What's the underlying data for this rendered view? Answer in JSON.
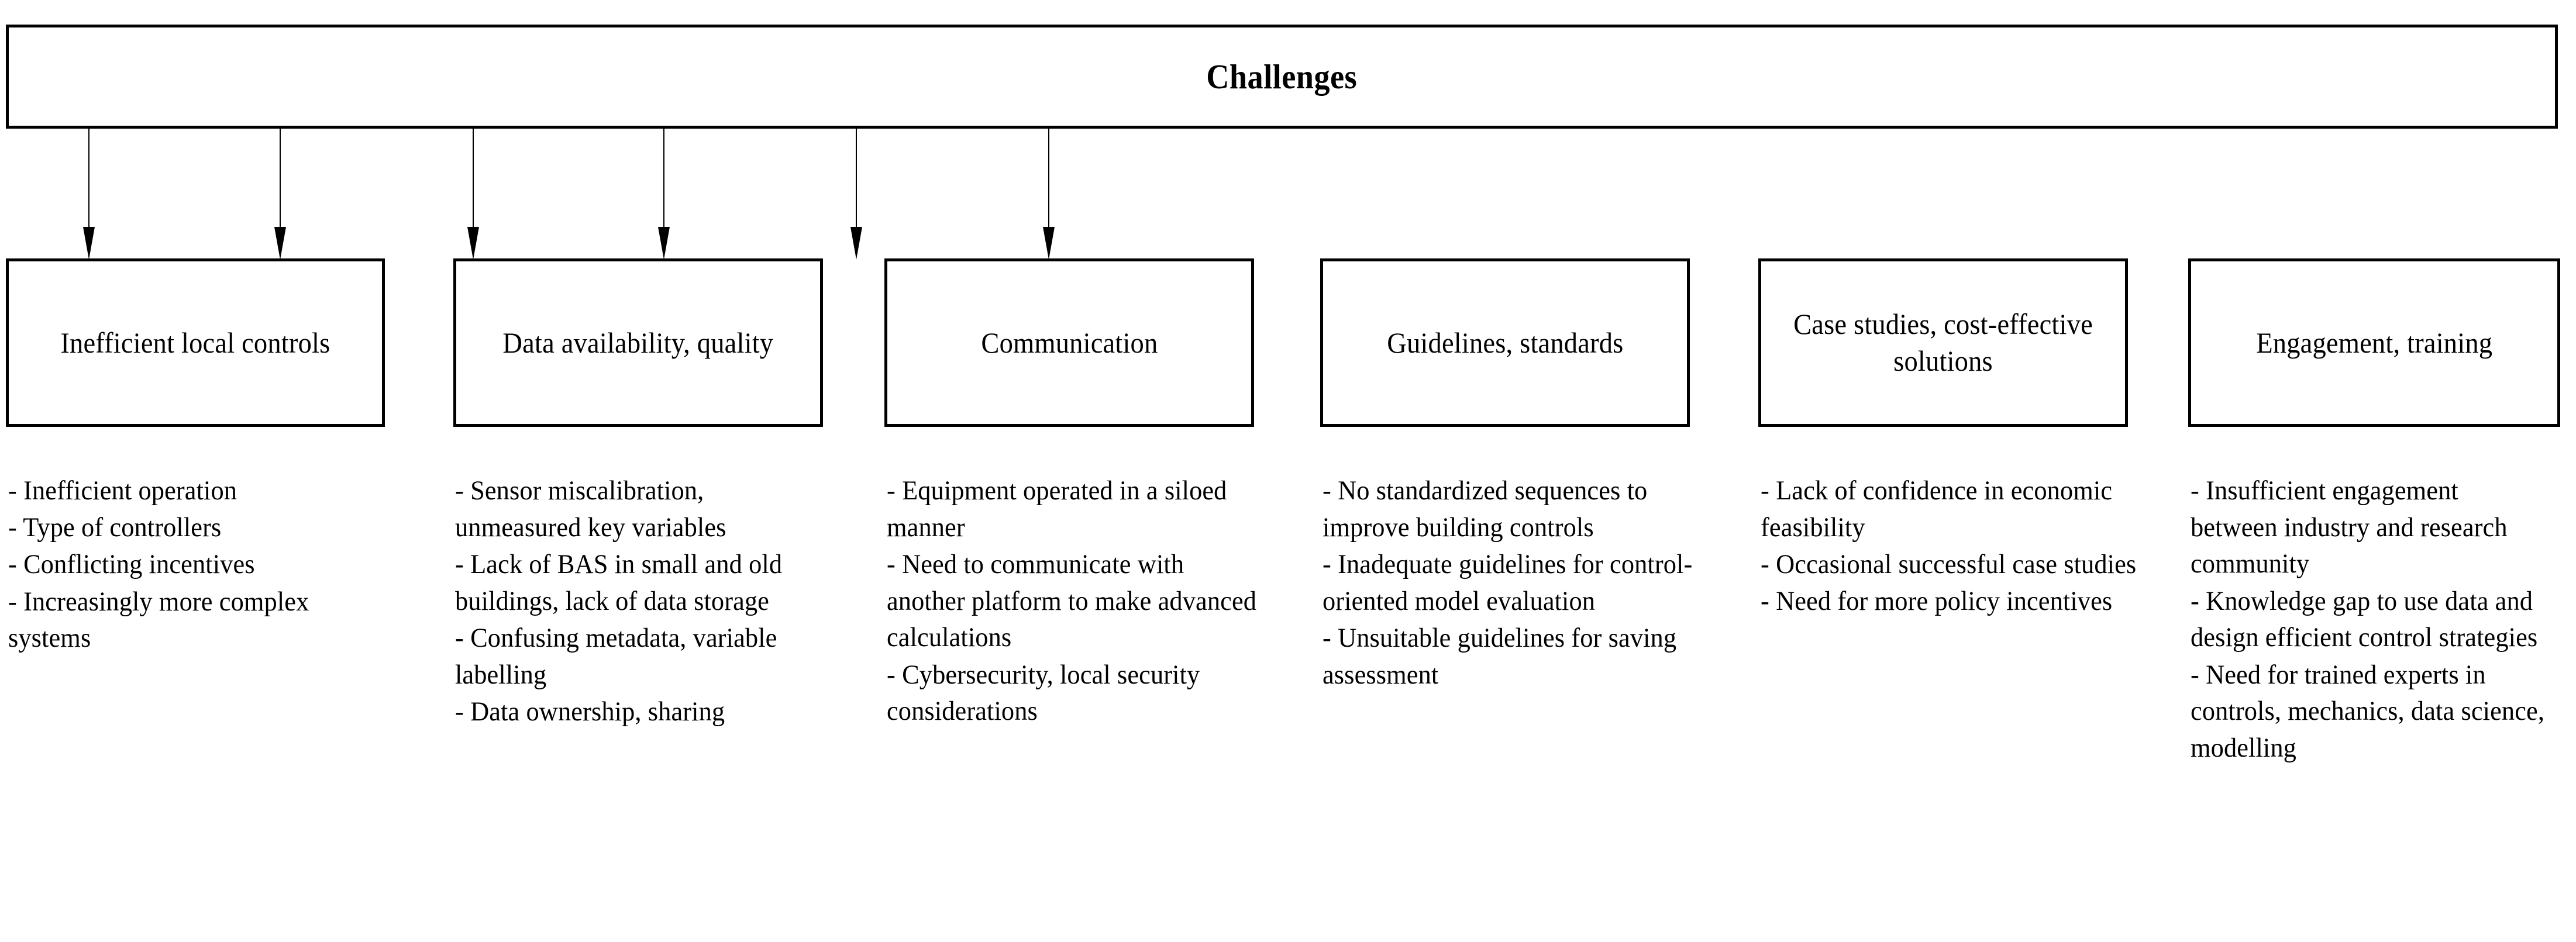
{
  "diagram": {
    "type": "tree",
    "root": {
      "title": "Challenges"
    },
    "branches": [
      {
        "label": "Inefficient local controls",
        "items": [
          "- Inefficient operation",
          "- Type of controllers",
          "- Conflicting incentives",
          "- Increasingly more complex systems"
        ]
      },
      {
        "label": "Data availability, quality",
        "items": [
          "- Sensor miscalibration, unmeasured key variables",
          "- Lack of BAS in small and old buildings, lack of data storage",
          "- Confusing metadata, variable labelling",
          "- Data ownership, sharing"
        ]
      },
      {
        "label": "Communication",
        "items": [
          "- Equipment operated in a siloed manner",
          "- Need to communicate with another platform to make advanced calculations",
          "- Cybersecurity, local security considerations"
        ]
      },
      {
        "label": "Guidelines, standards",
        "items": [
          "- No standardized sequences to improve building controls",
          "- Inadequate guidelines for control-oriented model evaluation",
          "- Unsuitable guidelines for saving assessment"
        ]
      },
      {
        "label": "Case studies, cost-effective solutions",
        "items": [
          "- Lack of confidence in economic feasibility",
          "- Occasional successful case studies",
          "- Need for more policy incentives"
        ]
      },
      {
        "label": "Engagement, training",
        "items": [
          "- Insufficient engagement between industry and research community",
          "- Knowledge gap to use data and design efficient control strategies",
          "- Need for trained experts in controls, mechanics, data science, modelling"
        ]
      }
    ]
  },
  "colors": {
    "stroke": "#000000",
    "background": "#ffffff",
    "text": "#000000"
  }
}
